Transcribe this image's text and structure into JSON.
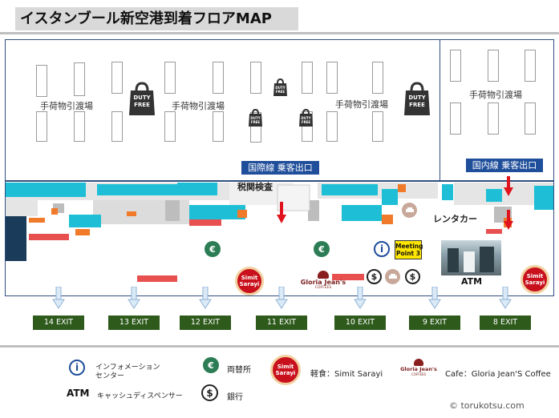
{
  "title": "イスタンブール新空港到着フロアMAP",
  "baggage_hall": {
    "areas": [
      "手荷物引渡場",
      "手荷物引渡場",
      "手荷物引渡場",
      "手荷物引渡場"
    ],
    "duty_free_big": "DUTY FREE",
    "duty_free_small": "DUTY FREE"
  },
  "signs": {
    "international_exit": "国際線 乗客出口",
    "domestic_exit": "国内線 乗客出口",
    "customs": "税関検査",
    "rent_a_car": "レンタカー",
    "meeting_point": "Meeting Point 3",
    "atm": "ATM"
  },
  "exits": [
    "14 EXIT",
    "13 EXIT",
    "12 EXIT",
    "11 EXIT",
    "10 EXIT",
    "9 EXIT",
    "8 EXIT"
  ],
  "brands": {
    "simit_line1": "Simit",
    "simit_line2": "Sarayi",
    "gloria_line1": "Gloria Jean's",
    "gloria_line2": "COFFEES"
  },
  "legend": {
    "info_line1": "インフォメーション",
    "info_line2": "センター",
    "exchange": "両替所",
    "snack": "軽食：Simit Sarayi",
    "cafe": "Cafe：Gloria Jean'S Coffee",
    "atm_label": "ATM",
    "atm_desc": "キャッシュディスペンサー",
    "bank": "銀行"
  },
  "copyright": "© torukotsu.com",
  "colors": {
    "hall_border": "#2f4f7f",
    "sign_blue": "#1f4e9a",
    "exit_green": "#2e5a1c",
    "shop_cyan": "#1ebfd6",
    "shop_orange": "#f07a2a",
    "simit_red": "#c9111d",
    "arrow_red": "#e0141e"
  }
}
